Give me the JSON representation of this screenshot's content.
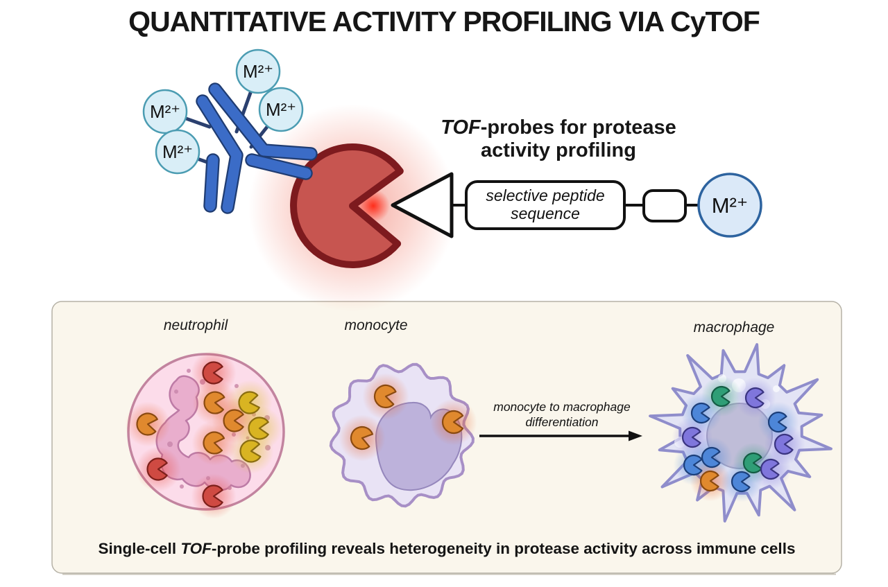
{
  "title": "QUANTITATIVE ACTIVITY PROFILING VIA CyTOF",
  "probe_heading": {
    "italic": "TOF",
    "line1_rest": "-probes for protease",
    "line2": "activity profiling"
  },
  "probe_diagram": {
    "peptide_line1": "selective peptide",
    "peptide_line2": "sequence",
    "metal_label": "M²⁺"
  },
  "antibody": {
    "metal_labels": [
      "M²⁺",
      "M²⁺",
      "M²⁺",
      "M²⁺"
    ]
  },
  "panel": {
    "cell_labels": [
      "neutrophil",
      "monocyte",
      "macrophage"
    ],
    "arrow_line1": "monocyte to macrophage",
    "arrow_line2": "differentiation",
    "caption_prefix": "Single-cell ",
    "caption_italic": "TOF",
    "caption_rest": "-probe profiling reveals heterogeneity in protease activity across immune cells"
  },
  "colors": {
    "panel_bg": "#faf6ec",
    "protease_fill": "#c75550",
    "protease_stroke": "#7d1a1e",
    "antibody_blue": "#3b6cc7",
    "metal_circle_fill": "#d9eef7",
    "metal_circle_stroke": "#4b9cb2",
    "metal_right_fill": "#dbe9f8",
    "metal_right_stroke": "#2d639f",
    "granule_dot": "#c987ac",
    "pac": {
      "red": {
        "f": "#cf4a42",
        "s": "#7c1f1a",
        "g": "#e8473a"
      },
      "orange": {
        "f": "#e0892e",
        "s": "#8a4a10",
        "g": "#e8622a"
      },
      "yellow": {
        "f": "#d9b422",
        "s": "#8a6d10",
        "g": "#ddc22a"
      },
      "blue": {
        "f": "#4d86d8",
        "s": "#1c3f7a",
        "g": "#4d86d8"
      },
      "purple": {
        "f": "#7f76dc",
        "s": "#3a3480",
        "g": "#7f76dc"
      },
      "green": {
        "f": "#2f9e76",
        "s": "#145c44",
        "g": "#2f9e76"
      }
    }
  },
  "graphics": {
    "neutrophil": {
      "pac_radius": 15.5,
      "pacs": [
        [
          308,
          538,
          0,
          "red"
        ],
        [
          310,
          581,
          5,
          "orange"
        ],
        [
          360,
          581,
          -8,
          "yellow"
        ],
        [
          213,
          612,
          8,
          "orange"
        ],
        [
          338,
          607,
          0,
          "orange"
        ],
        [
          374,
          618,
          0,
          "yellow"
        ],
        [
          309,
          639,
          10,
          "orange"
        ],
        [
          362,
          651,
          -5,
          "yellow"
        ],
        [
          228,
          677,
          0,
          "red"
        ],
        [
          308,
          716,
          0,
          "red"
        ]
      ],
      "dots": [
        [
          292,
          551,
          4
        ],
        [
          341,
          557,
          3
        ],
        [
          385,
          603,
          4
        ],
        [
          366,
          598,
          3
        ],
        [
          245,
          641,
          4
        ],
        [
          350,
          672,
          3
        ],
        [
          300,
          690,
          3
        ],
        [
          262,
          702,
          3
        ],
        [
          386,
          646,
          4
        ],
        [
          337,
          627,
          3
        ],
        [
          254,
          565,
          3
        ],
        [
          331,
          704,
          3
        ],
        [
          272,
          535,
          3
        ],
        [
          357,
          632,
          2.5
        ]
      ]
    },
    "monocyte": {
      "pac_radius": 16,
      "pacs": [
        [
          556,
          572,
          10,
          "orange"
        ],
        [
          522,
          632,
          15,
          "orange"
        ],
        [
          654,
          609,
          0,
          "orange"
        ]
      ]
    },
    "macrophage": {
      "pac_radius": 14,
      "pacs": [
        [
          1040,
          572,
          0,
          "green"
        ],
        [
          1089,
          574,
          0,
          "purple"
        ],
        [
          1011,
          596,
          0,
          "blue"
        ],
        [
          1122,
          609,
          0,
          "blue"
        ],
        [
          998,
          631,
          0,
          "purple"
        ],
        [
          1131,
          641,
          0,
          "purple"
        ],
        [
          1026,
          660,
          0,
          "blue"
        ],
        [
          1000,
          671,
          0,
          "blue"
        ],
        [
          1086,
          668,
          0,
          "green"
        ],
        [
          1111,
          677,
          0,
          "purple"
        ],
        [
          1024,
          694,
          0,
          "orange"
        ],
        [
          1069,
          695,
          0,
          "blue"
        ]
      ],
      "bubbles": [
        [
          1065,
          556,
          10
        ],
        [
          1103,
          583,
          7
        ],
        [
          980,
          638,
          8
        ],
        [
          1041,
          546,
          6
        ],
        [
          1119,
          561,
          5
        ],
        [
          1051,
          563,
          4
        ]
      ]
    }
  }
}
